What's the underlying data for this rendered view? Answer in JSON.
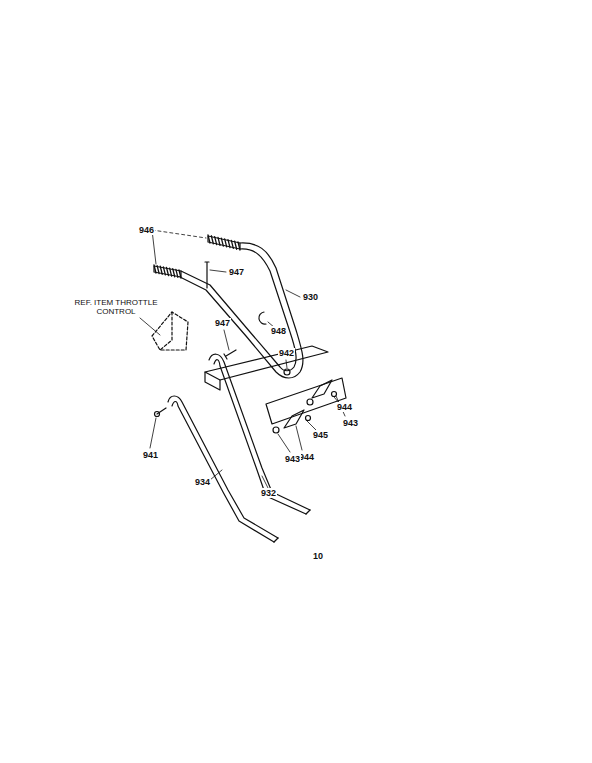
{
  "diagram": {
    "labels": [
      "946",
      "947",
      "930",
      "REF. ITEM THROTTLE CONTROL",
      "947",
      "948",
      "942",
      "944",
      "943",
      "945",
      "944",
      "943",
      "941",
      "934",
      "932",
      "10"
    ]
  }
}
